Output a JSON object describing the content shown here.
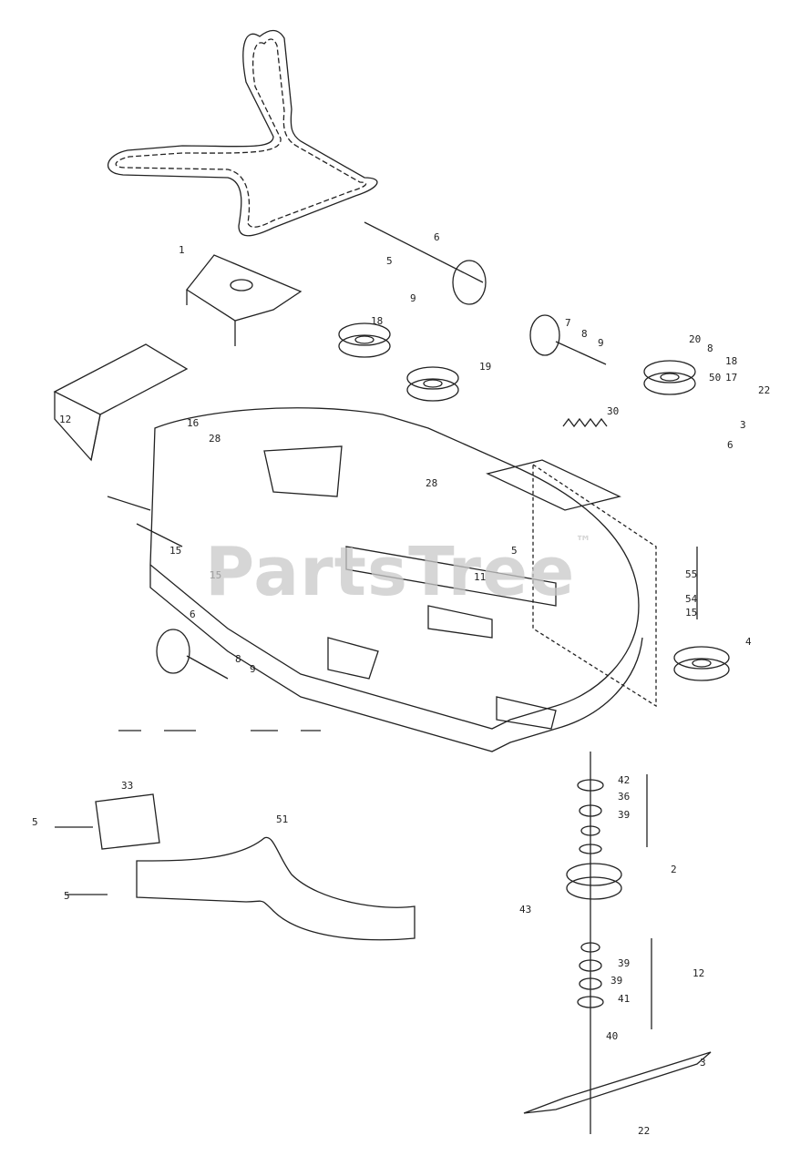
{
  "watermark": "PartsTree",
  "trademark": "™",
  "callouts": [
    {
      "id": "c1",
      "text": "1"
    },
    {
      "id": "c2",
      "text": "16"
    },
    {
      "id": "c3",
      "text": "12"
    },
    {
      "id": "c4",
      "text": "5"
    },
    {
      "id": "c5",
      "text": "6"
    },
    {
      "id": "c6",
      "text": "9"
    },
    {
      "id": "c7",
      "text": "18"
    },
    {
      "id": "c8",
      "text": "19"
    },
    {
      "id": "c9",
      "text": "7"
    },
    {
      "id": "c10",
      "text": "8"
    },
    {
      "id": "c11",
      "text": "9"
    },
    {
      "id": "c12",
      "text": "20"
    },
    {
      "id": "c13",
      "text": "8"
    },
    {
      "id": "c14",
      "text": "18"
    },
    {
      "id": "c15",
      "text": "50"
    },
    {
      "id": "c16",
      "text": "22"
    },
    {
      "id": "c17",
      "text": "30"
    },
    {
      "id": "c18",
      "text": "3"
    },
    {
      "id": "c19",
      "text": "6"
    },
    {
      "id": "c20",
      "text": "17"
    },
    {
      "id": "c21",
      "text": "28"
    },
    {
      "id": "c22",
      "text": "5"
    },
    {
      "id": "c23",
      "text": "15"
    },
    {
      "id": "c24",
      "text": "55"
    },
    {
      "id": "c25",
      "text": "54"
    },
    {
      "id": "c26",
      "text": "15"
    },
    {
      "id": "c27",
      "text": "4"
    },
    {
      "id": "c28",
      "text": "6"
    },
    {
      "id": "c29",
      "text": "8"
    },
    {
      "id": "c30",
      "text": "9"
    },
    {
      "id": "c31",
      "text": "15"
    },
    {
      "id": "c32",
      "text": "33"
    },
    {
      "id": "c33",
      "text": "5"
    },
    {
      "id": "c34",
      "text": "5"
    },
    {
      "id": "c35",
      "text": "51"
    },
    {
      "id": "c36",
      "text": "42"
    },
    {
      "id": "c37",
      "text": "36"
    },
    {
      "id": "c38",
      "text": "39"
    },
    {
      "id": "c39",
      "text": "2"
    },
    {
      "id": "c40",
      "text": "43"
    },
    {
      "id": "c41",
      "text": "39"
    },
    {
      "id": "c42",
      "text": "39"
    },
    {
      "id": "c43",
      "text": "41"
    },
    {
      "id": "c44",
      "text": "40"
    },
    {
      "id": "c45",
      "text": "12"
    },
    {
      "id": "c46",
      "text": "22"
    },
    {
      "id": "c47",
      "text": "11"
    },
    {
      "id": "c48",
      "text": "28"
    },
    {
      "id": "c49",
      "text": "3"
    }
  ]
}
